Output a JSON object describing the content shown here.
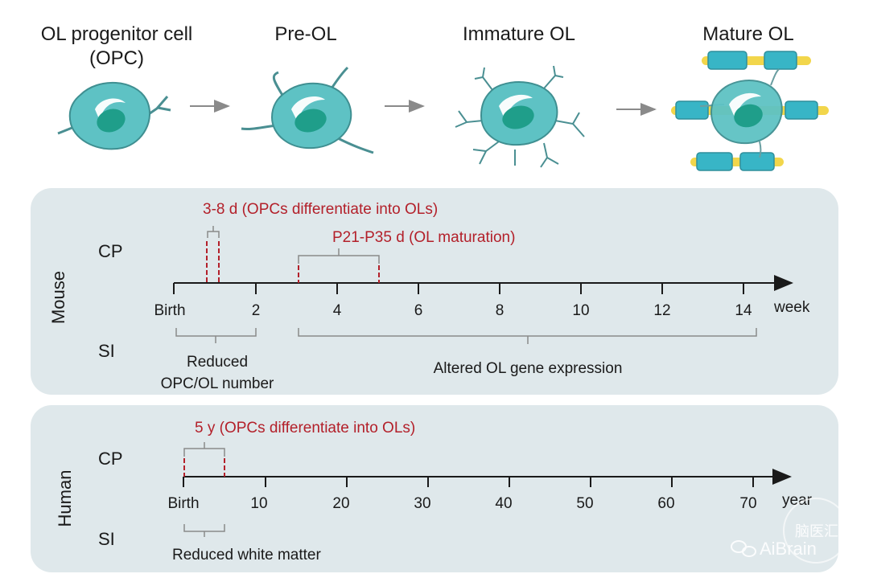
{
  "stages": [
    {
      "id": "opc",
      "line1": "OL progenitor cell",
      "line2": "(OPC)"
    },
    {
      "id": "preol",
      "line1": "Pre-OL",
      "line2": ""
    },
    {
      "id": "immature",
      "line1": "Immature OL",
      "line2": ""
    },
    {
      "id": "mature",
      "line1": "Mature OL",
      "line2": ""
    }
  ],
  "mouse": {
    "species_label": "Mouse",
    "cp_label": "CP",
    "si_label": "SI",
    "axis_unit": "week",
    "ticks": [
      "Birth",
      "2",
      "4",
      "6",
      "8",
      "10",
      "12",
      "14"
    ],
    "cp_annotation_1": "3-8 d (OPCs differentiate into OLs)",
    "cp_annotation_2": "P21-P35 d (OL maturation)",
    "si_annotation_1_line1": "Reduced",
    "si_annotation_1_line2": "OPC/OL number",
    "si_annotation_2": "Altered OL gene expression"
  },
  "human": {
    "species_label": "Human",
    "cp_label": "CP",
    "si_label": "SI",
    "axis_unit": "year",
    "ticks": [
      "Birth",
      "10",
      "20",
      "30",
      "40",
      "50",
      "60",
      "70"
    ],
    "cp_annotation_1": "5 y (OPCs differentiate into OLs)",
    "si_annotation_1": "Reduced white matter"
  },
  "watermark": {
    "text": "AiBrain",
    "badge": "脑医汇"
  },
  "colors": {
    "panel_bg": "#dfe8eb",
    "cell_body": "#5ec2c4",
    "cell_nucleus": "#1f9e8a",
    "annotation_red": "#b3202a",
    "myelin_yellow": "#f2d64b",
    "bracket_gray": "#8a8a8a"
  }
}
